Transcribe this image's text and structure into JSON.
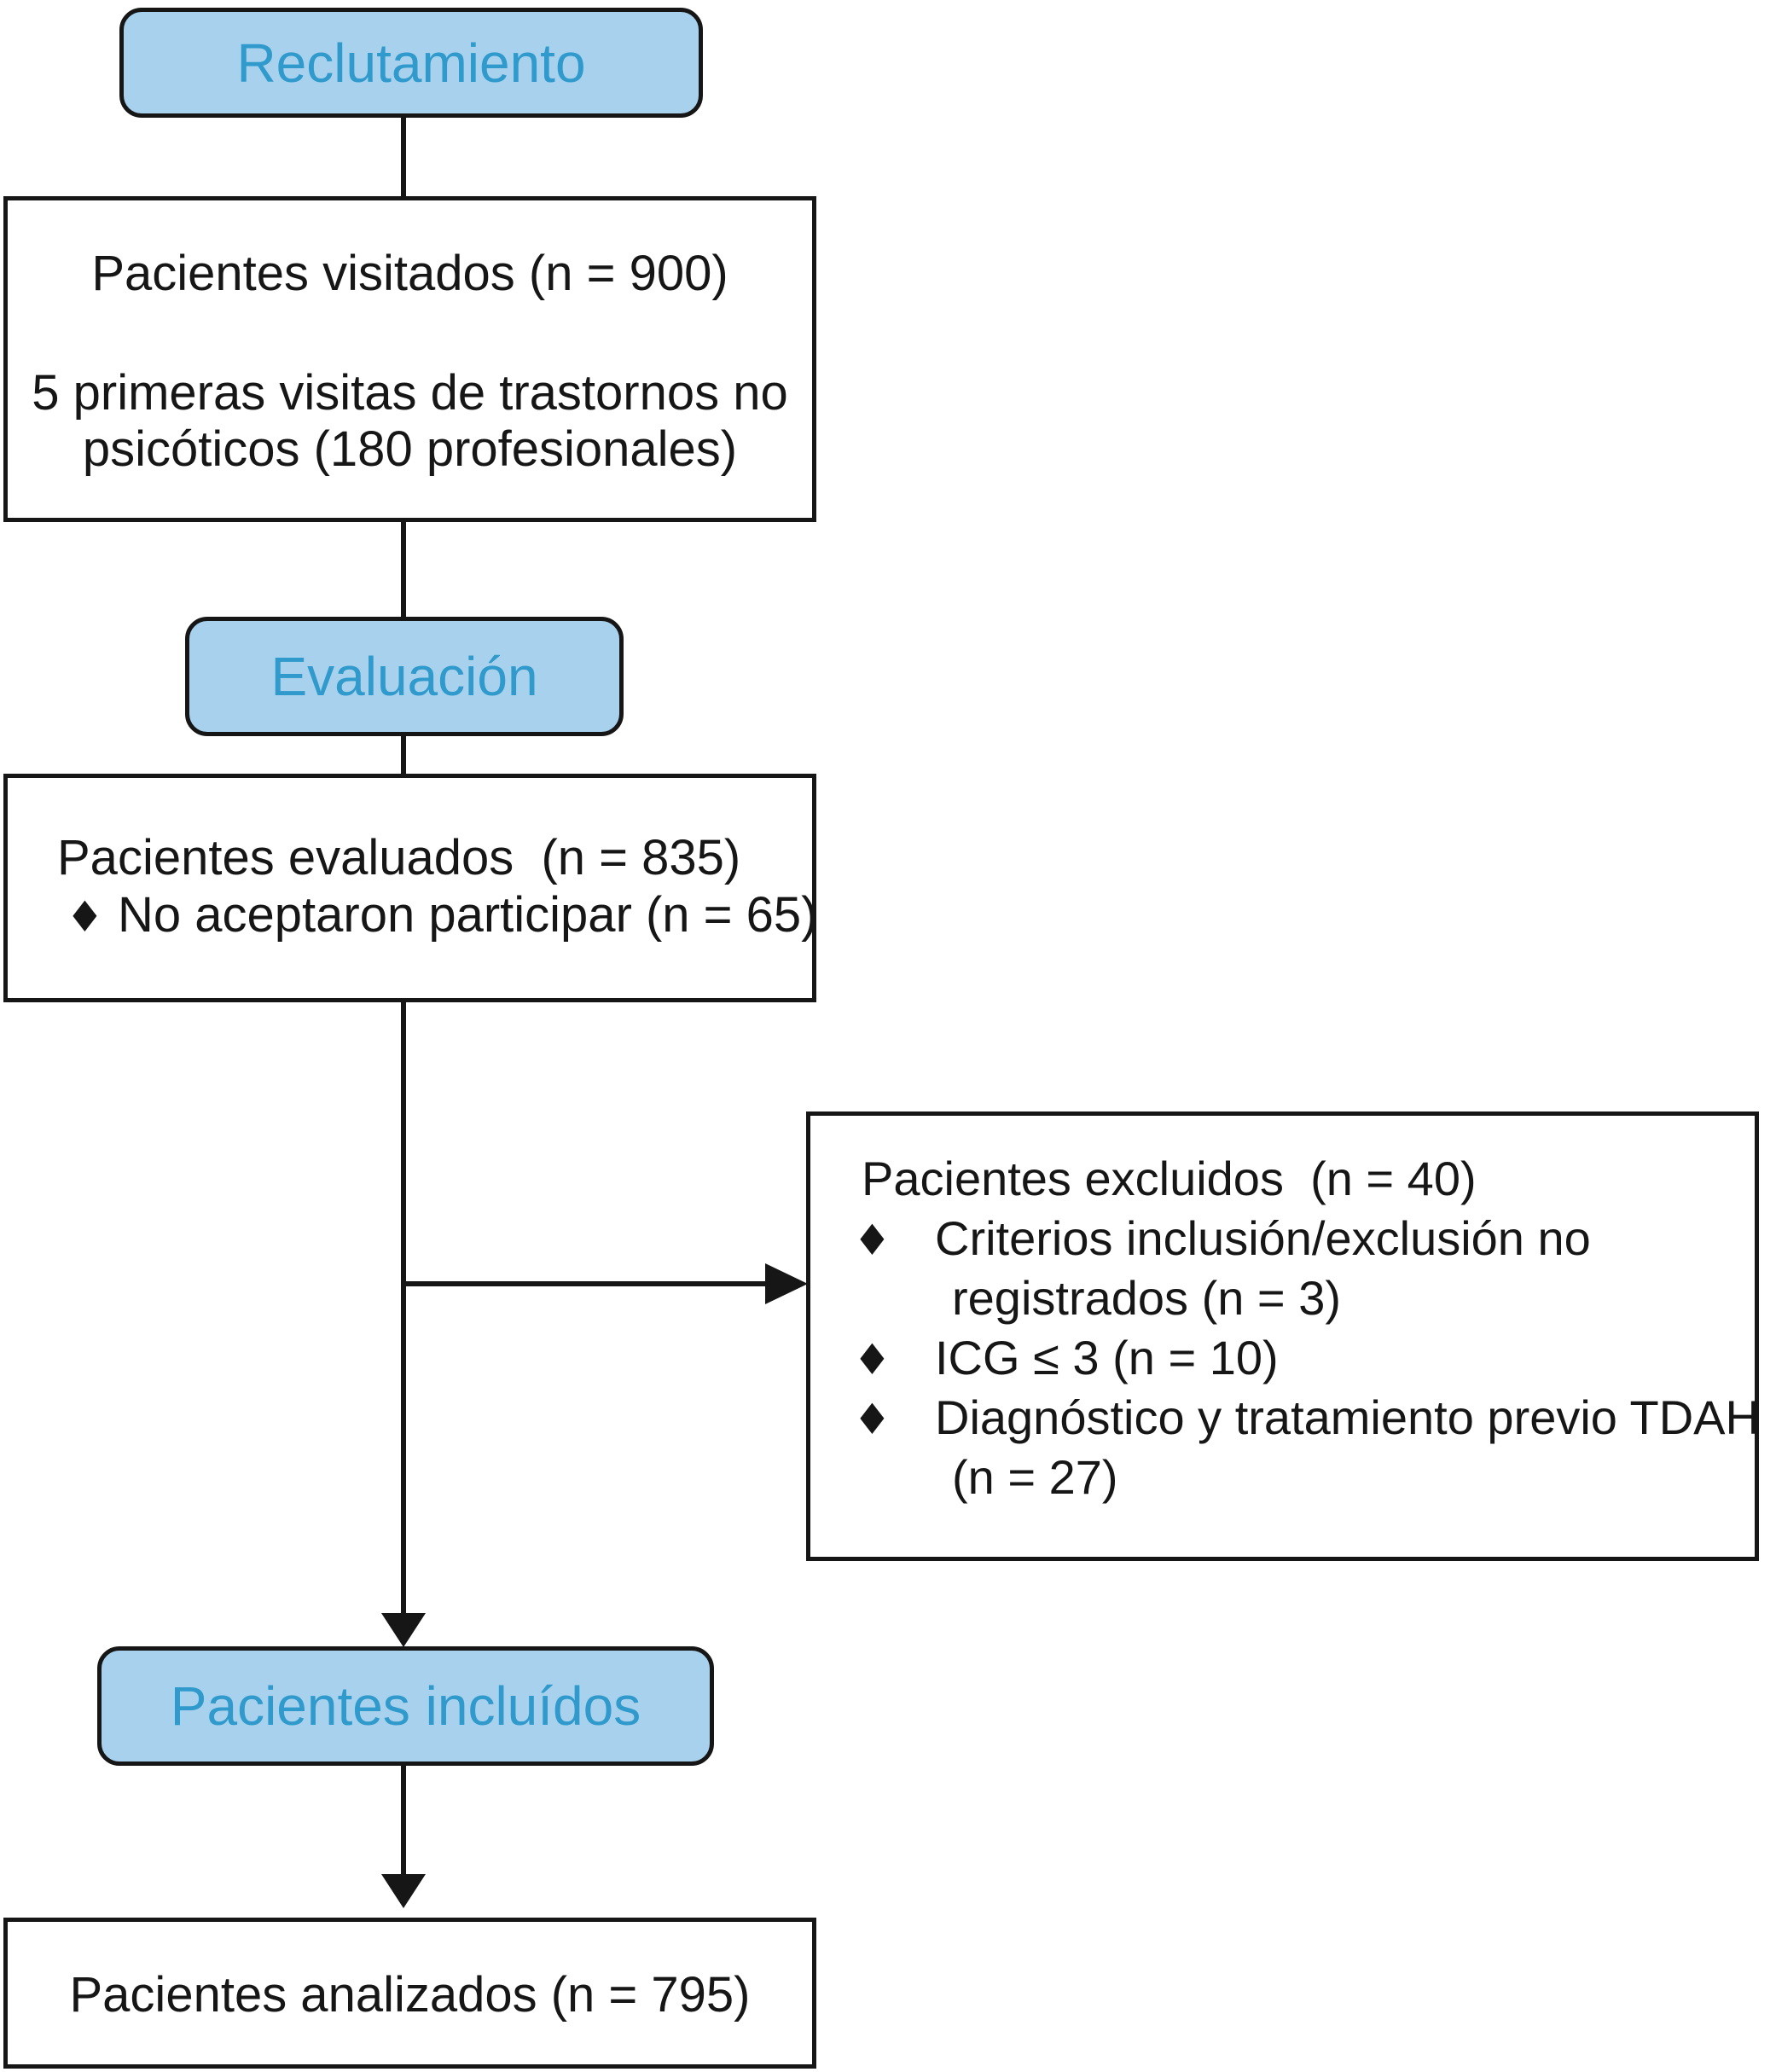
{
  "colors": {
    "stage_fill": "#a8d1ee",
    "stage_text": "#2f9acb",
    "ink": "#161616",
    "paper": "#ffffff"
  },
  "glyphs": {
    "diamond": "♦"
  },
  "stages": {
    "recruitment": "Reclutamiento",
    "evaluation": "Evaluación",
    "included": "Pacientes incluídos"
  },
  "visited": {
    "title": "Pacientes visitados (n = 900)",
    "line1": "5 primeras visitas de trastornos no",
    "line2": "psicóticos (180 profesionales)"
  },
  "evaluated": {
    "title": "Pacientes evaluados  (n = 835)",
    "bullet": "No aceptaron participar (n = 65)"
  },
  "excluded": {
    "title": "Pacientes excluidos  (n = 40)",
    "bullets": [
      {
        "line1": "Criterios inclusión/exclusión no",
        "line2": "registrados (n = 3)"
      },
      {
        "line1": "ICG ≤ 3 (n = 10)",
        "line2": ""
      },
      {
        "line1": "Diagnóstico y tratamiento previo TDAH",
        "line2": "(n = 27)"
      }
    ]
  },
  "analyzed": {
    "title": "Pacientes analizados (n = 795)"
  }
}
